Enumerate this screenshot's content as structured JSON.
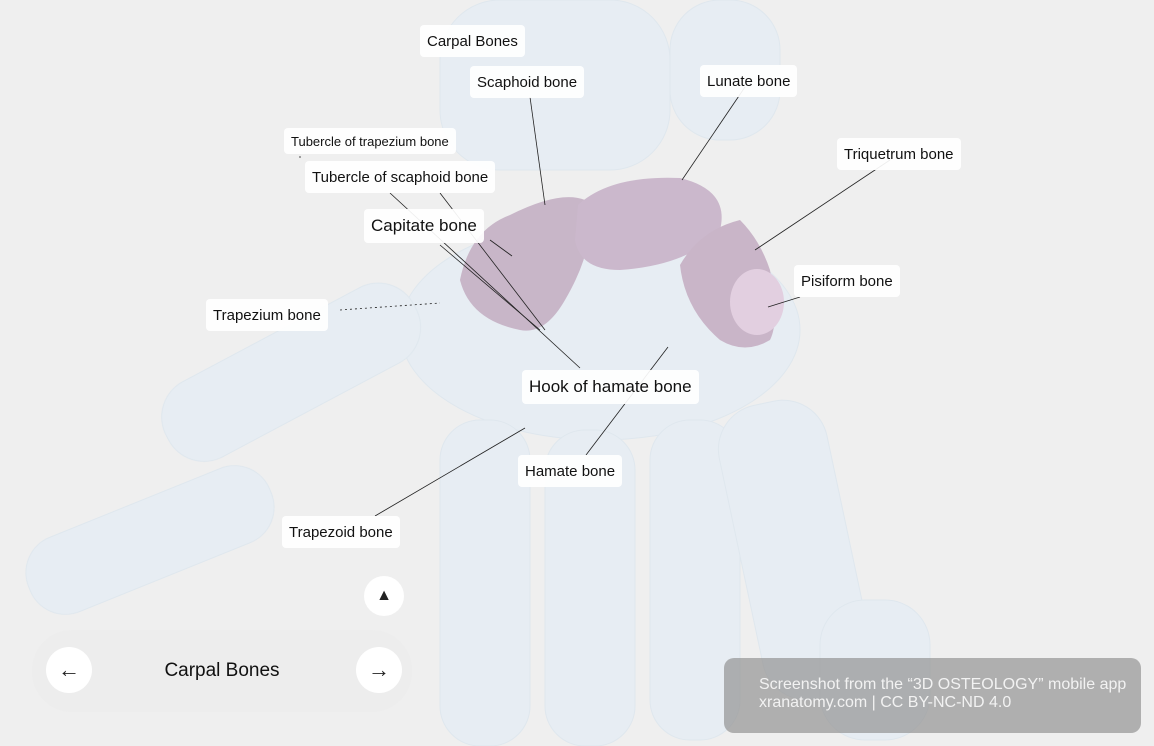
{
  "labels": {
    "carpal_bones": "Carpal Bones",
    "scaphoid": "Scaphoid bone",
    "lunate": "Lunate bone",
    "triquetrum": "Triquetrum bone",
    "tubercle_scaphoid": "Tubercle of scaphoid bone",
    "tubercle_trapezium": "Tubercle of trapezium bone",
    "capitate": "Capitate bone",
    "pisiform": "Pisiform bone",
    "trapezium": "Trapezium bone",
    "hook_hamate": "Hook of hamate bone",
    "hamate": "Hamate bone",
    "trapezoid": "Trapezoid bone"
  },
  "nav": {
    "title": "Carpal Bones",
    "prev_icon": "arrow-left-icon",
    "next_icon": "arrow-right-icon",
    "up_icon": "triangle-up-icon"
  },
  "credit": {
    "line1": "Screenshot from the “3D OSTEOLOGY” mobile app",
    "line2": "xranatomy.com | CC BY-NC-ND 4.0"
  },
  "colors": {
    "bone_highlight": "#c9b3c9",
    "background": "#efefef"
  }
}
